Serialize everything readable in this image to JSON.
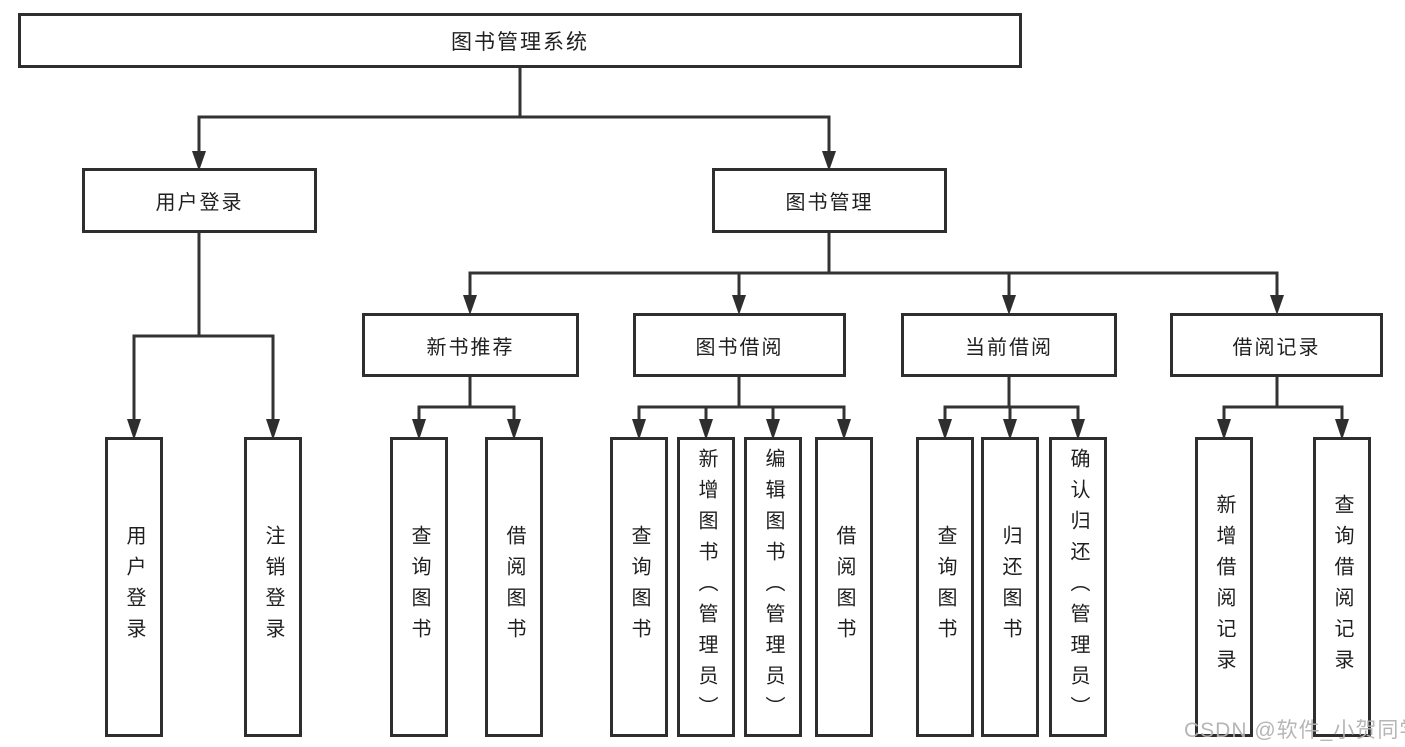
{
  "diagram": {
    "type": "hierarchy-tree",
    "colors": {
      "line": "#333333",
      "box_border": "#2e2e2e",
      "box_fill": "#ffffff",
      "text": "#1f1f1f",
      "watermark": "#b2b2b2",
      "background": "#ffffff"
    }
  },
  "tree": {
    "label": "图书管理系统",
    "children": [
      {
        "label": "用户登录",
        "children": [
          {
            "label": "用户登录"
          },
          {
            "label": "注销登录"
          }
        ]
      },
      {
        "label": "图书管理",
        "children": [
          {
            "label": "新书推荐",
            "children": [
              {
                "label": "查询图书"
              },
              {
                "label": "借阅图书"
              }
            ]
          },
          {
            "label": "图书借阅",
            "children": [
              {
                "label": "查询图书"
              },
              {
                "label": "新增图书（管理员）"
              },
              {
                "label": "编辑图书（管理员）"
              },
              {
                "label": "借阅图书"
              }
            ]
          },
          {
            "label": "当前借阅",
            "children": [
              {
                "label": "查询图书"
              },
              {
                "label": "归还图书"
              },
              {
                "label": "确认归还（管理员）"
              }
            ]
          },
          {
            "label": "借阅记录",
            "children": [
              {
                "label": "新增借阅记录"
              },
              {
                "label": "查询借阅记录"
              }
            ]
          }
        ]
      }
    ]
  },
  "watermark": {
    "text": "CSDN @软件_小贺同学"
  }
}
